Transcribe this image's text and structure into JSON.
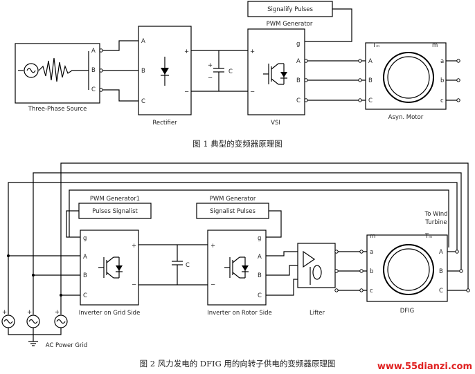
{
  "fig1": {
    "caption": "图 1   典型的变频器原理图",
    "source_label": "Three-Phase Source",
    "rectifier_label": "Rectifier",
    "vsi_label": "VSI",
    "motor_label": "Asyn. Motor",
    "pwm_label": "PWM Generator",
    "signal_label": "Signalify Pulses",
    "cap_label": "C",
    "port_a": "A",
    "port_b": "B",
    "port_c": "C",
    "plus": "+",
    "minus": "−",
    "port_g": "g",
    "port_tm": "Tₘ",
    "port_m": "m",
    "port_a_small": "a",
    "port_b_small": "b",
    "port_c_small": "c"
  },
  "fig2": {
    "caption": "图 2   风力发电的 DFIG 用的向转子供电的变频器原理图",
    "pwm1_label": "PWM Generator1",
    "pulses1_label": "Pulses Signalist",
    "pwm2_label": "PWM Generator",
    "pulses2_label": "Signalist Pulses",
    "wind_label_1": "To Wind",
    "wind_label_2": "Turbine",
    "inv_grid_label": "Inverter on Grid Side",
    "inv_rotor_label": "Inverter on Rotor Side",
    "filter_label": "Lifter",
    "dfig_label": "DFIG",
    "grid_label": "AC Power Grid",
    "cap_label": "C",
    "port_a": "A",
    "port_b": "B",
    "port_c": "C",
    "port_g": "g",
    "port_tm": "Tₘ",
    "port_m": "m",
    "port_a_small": "a",
    "port_b_small": "b",
    "port_c_small": "c",
    "plus": "+",
    "minus": "−"
  },
  "watermark": "www.55dianzi.com"
}
